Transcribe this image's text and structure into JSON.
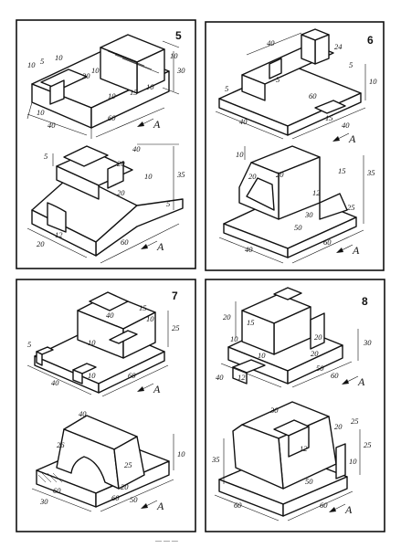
{
  "panels": [
    {
      "number": "5",
      "top_dims": [
        "10",
        "5",
        "10",
        "20",
        "10",
        "30",
        "10",
        "10",
        "15",
        "10",
        "10",
        "60",
        "40"
      ],
      "bottom_dims": [
        "5",
        "40",
        "20",
        "10",
        "35",
        "20",
        "5",
        "12",
        "20",
        "60"
      ],
      "arrow_label": "A"
    },
    {
      "number": "6",
      "top_dims": [
        "40",
        "5",
        "24",
        "5",
        "10",
        "60",
        "15",
        "40",
        "40",
        "5"
      ],
      "bottom_dims": [
        "10",
        "20",
        "20",
        "15",
        "35",
        "12",
        "30",
        "50",
        "25",
        "40",
        "60"
      ],
      "arrow_label": "A"
    },
    {
      "number": "7",
      "top_dims": [
        "40",
        "15",
        "10",
        "25",
        "5",
        "10",
        "40",
        "10",
        "60"
      ],
      "bottom_dims": [
        "40",
        "26",
        "10",
        "25",
        "60",
        "20",
        "60",
        "50",
        "30"
      ],
      "arrow_label": "A"
    },
    {
      "number": "8",
      "top_dims": [
        "20",
        "15",
        "10",
        "20",
        "10",
        "30",
        "20",
        "40",
        "50",
        "60",
        "12"
      ],
      "bottom_dims": [
        "30",
        "20",
        "25",
        "35",
        "12",
        "25",
        "10",
        "50",
        "60",
        "60"
      ],
      "arrow_label": "A"
    }
  ],
  "footer_text": "— — —"
}
